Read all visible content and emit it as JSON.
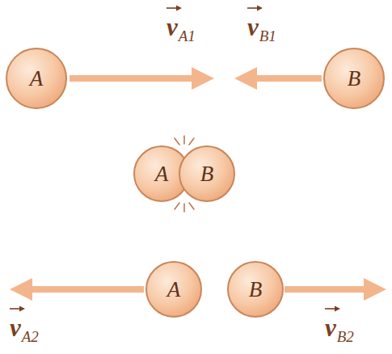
{
  "diagram": {
    "nodes": [
      {
        "text": [
          "A"
        ]
      },
      {
        "text": [
          "B"
        ]
      },
      {
        "text": [
          "A"
        ]
      },
      {
        "text": [
          "B"
        ]
      },
      {
        "text": [
          "A"
        ]
      },
      {
        "text": [
          "B"
        ]
      }
    ],
    "labels": [
      "vA1",
      "vB1",
      "vA2",
      "vB2"
    ]
  }
}
